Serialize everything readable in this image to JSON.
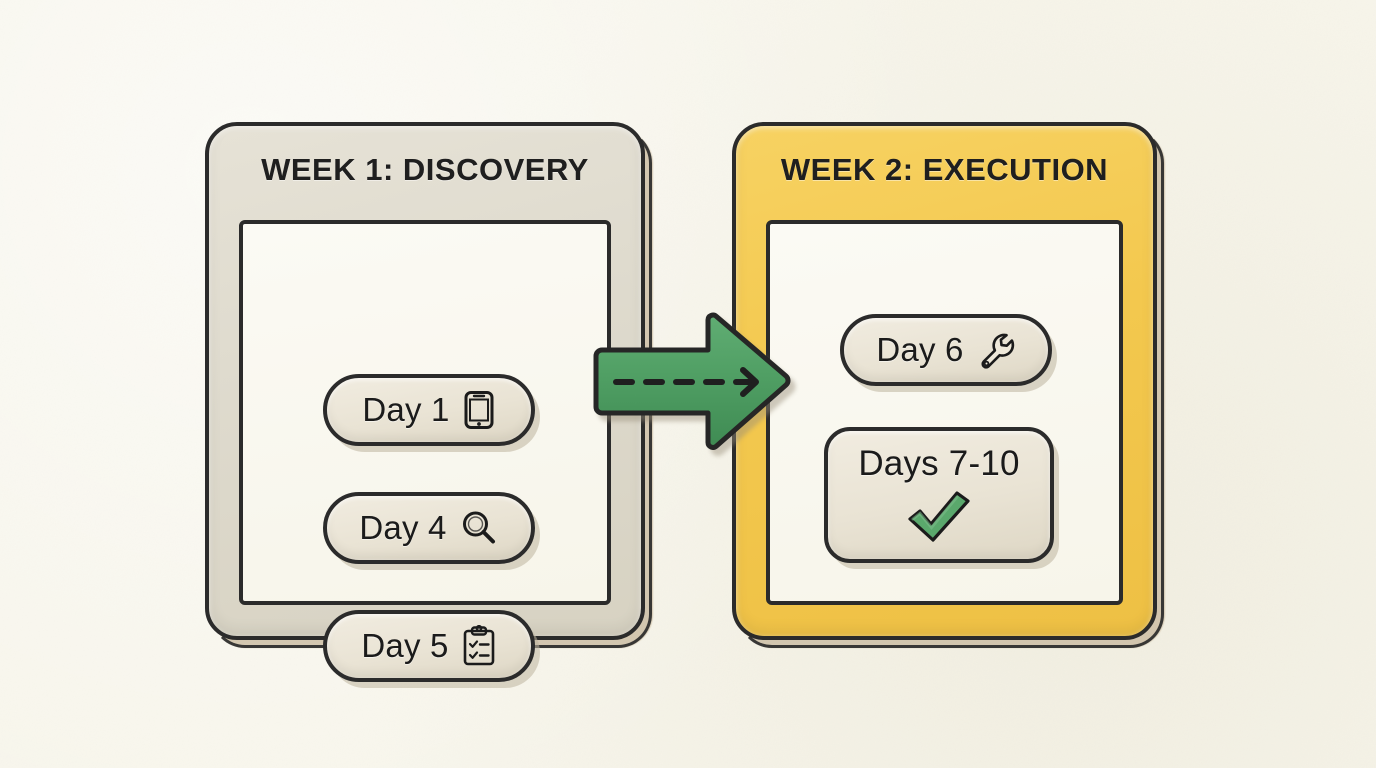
{
  "page": {
    "background_color": "#f8f6ec",
    "style": "hand-drawn sketch infographic"
  },
  "panels": [
    {
      "id": "week-1",
      "title": "WEEK 1: DISCOVERY",
      "fill_color": "#dedacd",
      "items": [
        {
          "label": "Day 1",
          "icon": "mobile-phone-icon",
          "shape": "rounded"
        },
        {
          "label": "Day 4",
          "icon": "magnifying-glass-icon",
          "shape": "rounded"
        },
        {
          "label": "Day 5",
          "icon": "clipboard-checklist-icon",
          "shape": "rounded"
        }
      ]
    },
    {
      "id": "week-2",
      "title": "WEEK 2: EXECUTION",
      "fill_color": "#f3c84e",
      "items": [
        {
          "label": "Day 6",
          "icon": "wrench-icon",
          "shape": "rounded"
        },
        {
          "label": "Days 7-10",
          "icon": "green-check-icon",
          "shape": "boxy"
        }
      ]
    }
  ],
  "connector": {
    "name": "flow-arrow",
    "direction": "left-to-right",
    "fill_color": "#4f9e63",
    "outline_color": "#2b2b2b",
    "inner_marking": "dashed-arrow"
  }
}
